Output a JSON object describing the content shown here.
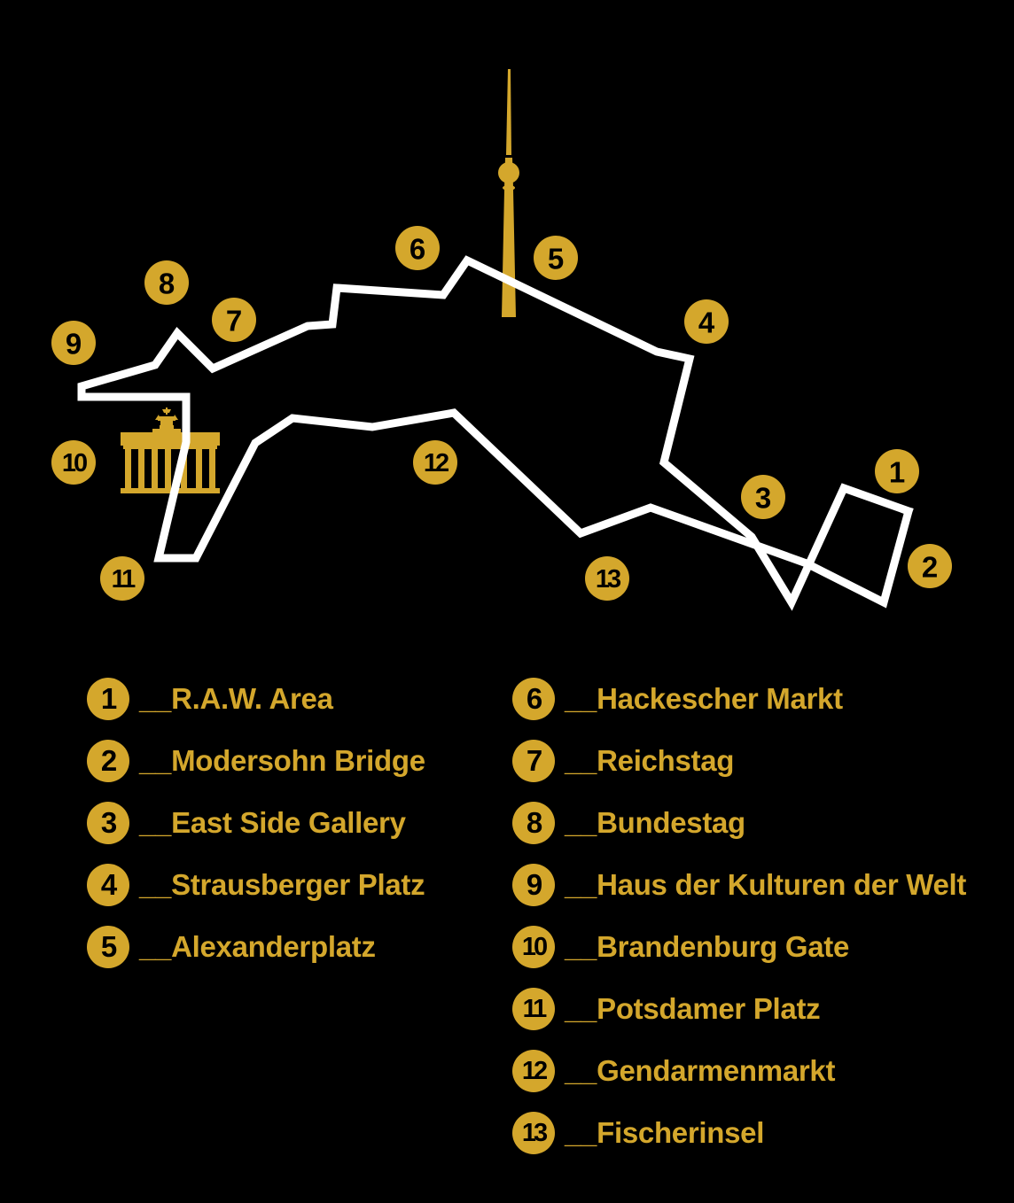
{
  "colors": {
    "background": "#000000",
    "gold": "#D4A72C",
    "route": "#FFFFFF"
  },
  "icons": {
    "tower": "tv-tower-icon",
    "gate": "brandenburg-gate-icon"
  },
  "stops": [
    {
      "num": "1",
      "name": "R.A.W. Area"
    },
    {
      "num": "2",
      "name": "Modersohn Bridge"
    },
    {
      "num": "3",
      "name": "East Side Gallery"
    },
    {
      "num": "4",
      "name": "Strausberger Platz"
    },
    {
      "num": "5",
      "name": "Alexanderplatz"
    },
    {
      "num": "6",
      "name": "Hackescher Markt"
    },
    {
      "num": "7",
      "name": "Reichstag"
    },
    {
      "num": "8",
      "name": "Bundestag"
    },
    {
      "num": "9",
      "name": "Haus der Kulturen der Welt"
    },
    {
      "num": "10",
      "name": "Brandenburg Gate"
    },
    {
      "num": "11",
      "name": "Potsdamer Platz"
    },
    {
      "num": "12",
      "name": "Gendarmenmarkt"
    },
    {
      "num": "13",
      "name": "Fischerinsel"
    }
  ]
}
